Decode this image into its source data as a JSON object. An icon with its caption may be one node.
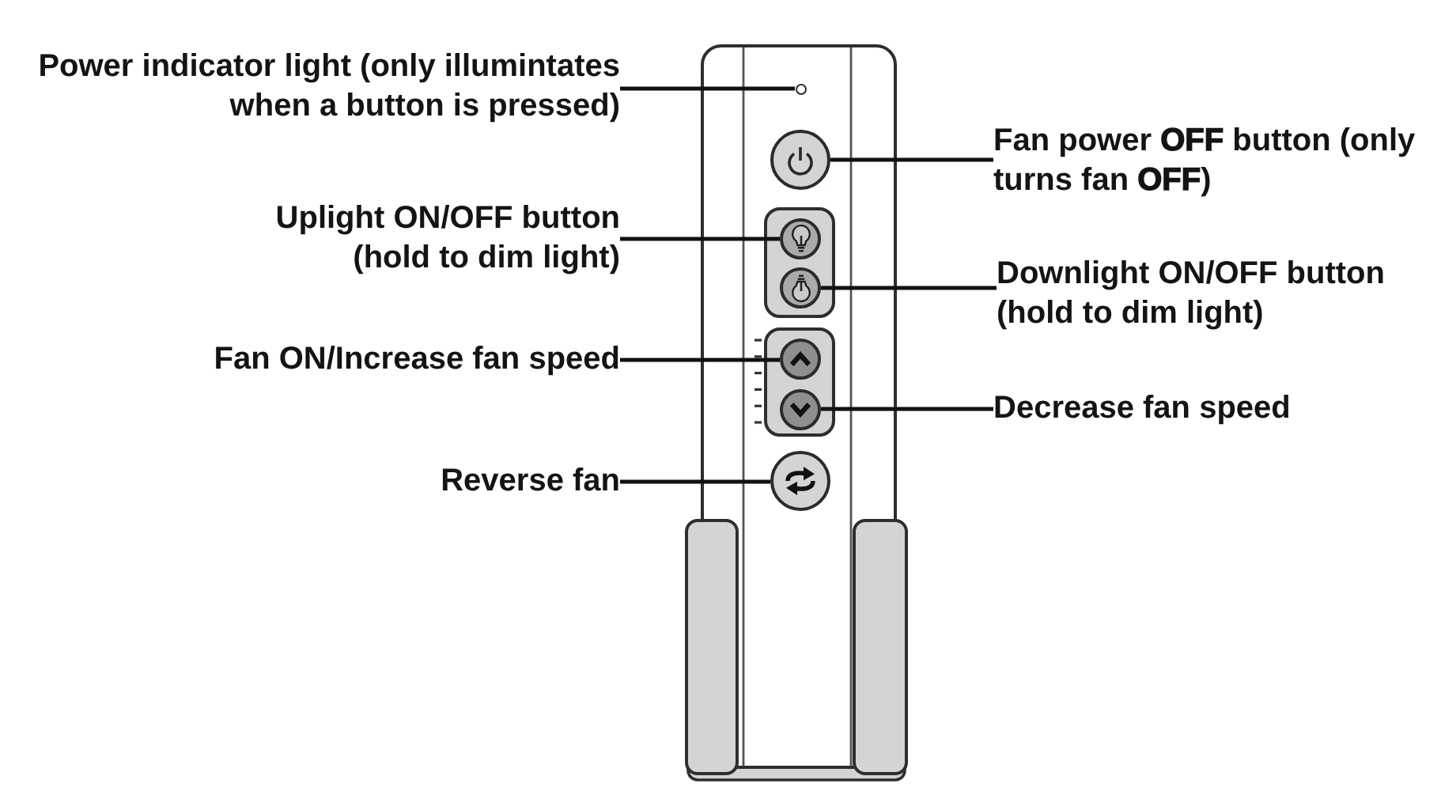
{
  "diagram": {
    "nodes": [
      {
        "text": [
          "Power indicator light (only illumintates when a button is pressed)"
        ]
      },
      {
        "text": [
          "Fan power **OFF** button (only turns fan **OFF**)"
        ]
      },
      {
        "text": [
          "Uplight ON/OFF button (hold to dim light)"
        ]
      },
      {
        "text": [
          "Downlight ON/OFF button (hold to dim light)"
        ]
      },
      {
        "text": [
          "Fan ON/Increase fan speed"
        ]
      },
      {
        "text": [
          "Decrease fan speed"
        ]
      },
      {
        "text": [
          "Reverse fan"
        ]
      },
      {
        "text": [],
        "shape": "circle"
      },
      {
        "text": [],
        "shape": "circle"
      },
      {
        "text": [],
        "shape": "circle"
      },
      {
        "text": [],
        "shape": "circle"
      },
      {
        "text": [],
        "shape": "circle"
      },
      {
        "text": [],
        "shape": "circle"
      },
      {
        "text": [],
        "shape": "circle"
      }
    ],
    "edges": [
      {
        "from": 0,
        "to": 7,
        "arrow": "none"
      },
      {
        "from": 1,
        "to": 8,
        "arrow": "none"
      },
      {
        "from": 2,
        "to": 9,
        "arrow": "none"
      },
      {
        "from": 3,
        "to": 10,
        "arrow": "none"
      },
      {
        "from": 4,
        "to": 11,
        "arrow": "none"
      },
      {
        "from": 5,
        "to": 12,
        "arrow": "none"
      },
      {
        "from": 6,
        "to": 13,
        "arrow": "none"
      }
    ]
  }
}
